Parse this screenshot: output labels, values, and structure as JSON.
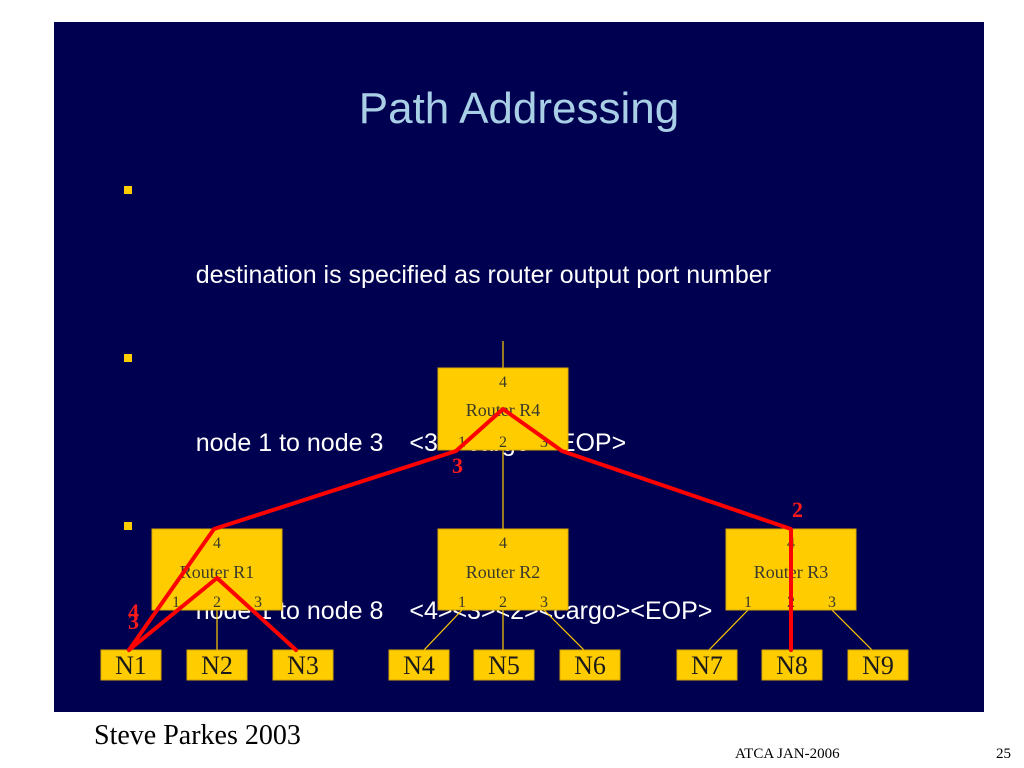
{
  "slide": {
    "title": "Path Addressing",
    "bullets": [
      {
        "text": "destination is specified as router output port number",
        "code": ""
      },
      {
        "text": "node 1 to node 3",
        "code": "<3><cargo><EOP>"
      },
      {
        "text": "node 1 to node 8",
        "code": "<4><3><2><cargo><EOP>"
      }
    ]
  },
  "diagram": {
    "routers": [
      {
        "id": "R4",
        "label": "Router R4",
        "top_port": "4",
        "ports": [
          "1",
          "2",
          "3"
        ]
      },
      {
        "id": "R1",
        "label": "Router R1",
        "top_port": "4",
        "ports": [
          "1",
          "2",
          "3"
        ]
      },
      {
        "id": "R2",
        "label": "Router R2",
        "top_port": "4",
        "ports": [
          "1",
          "2",
          "3"
        ]
      },
      {
        "id": "R3",
        "label": "Router R3",
        "top_port": "4",
        "ports": [
          "1",
          "2",
          "3"
        ]
      }
    ],
    "nodes": [
      "N1",
      "N2",
      "N3",
      "N4",
      "N5",
      "N6",
      "N7",
      "N8",
      "N9"
    ],
    "path_labels": {
      "r4_port": "3",
      "r3_port": "2",
      "r1_port_a": "4",
      "r1_port_b": "3"
    },
    "colors": {
      "background": "#000050",
      "box_fill": "#ffcc00",
      "wire": "#ffcc00",
      "path": "#ff0000",
      "title": "#a9cfe6"
    }
  },
  "footer": {
    "author": "Steve Parkes 2003",
    "event": "ATCA JAN-2006",
    "page": "25"
  }
}
